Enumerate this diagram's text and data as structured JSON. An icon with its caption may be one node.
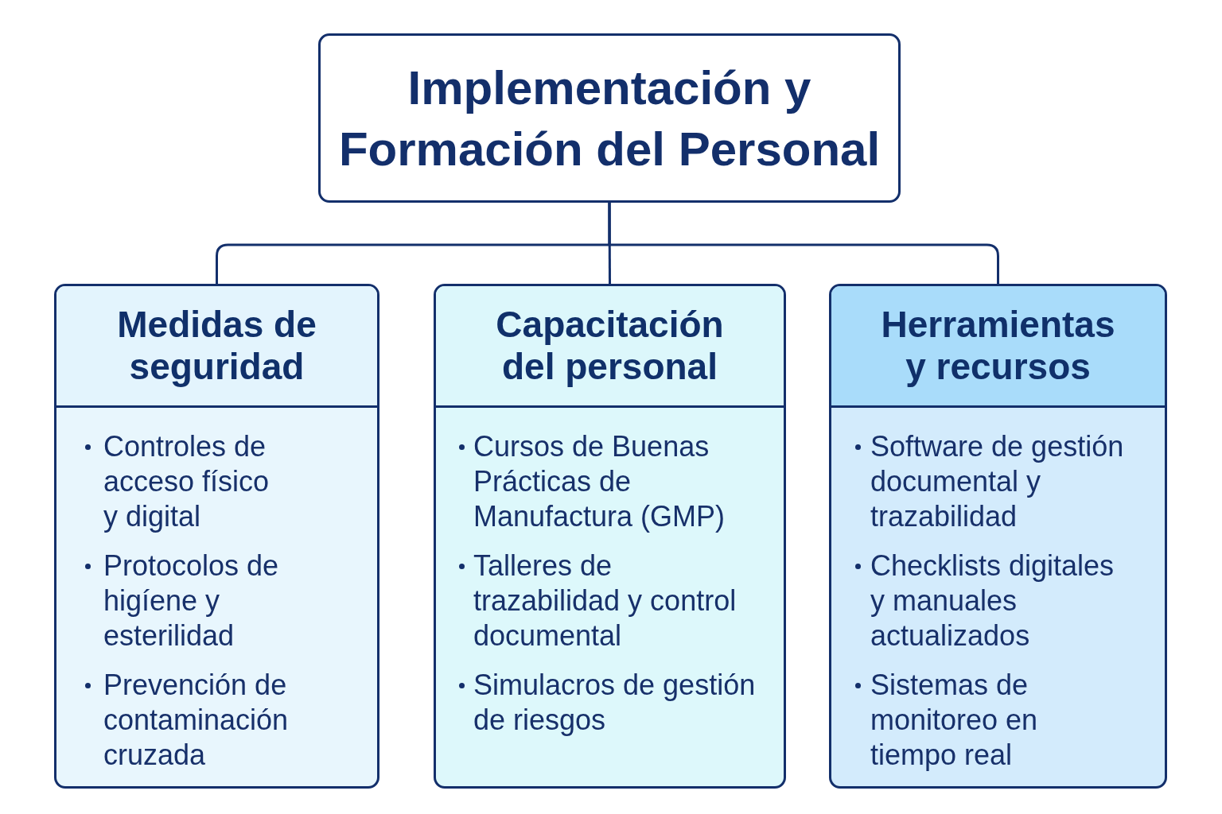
{
  "diagram": {
    "nodes": [
      {
        "text": [
          "Implementación y Formación del Personal"
        ]
      },
      {
        "text": [
          "Medidas de seguridad",
          "Controles de acceso físico y digital",
          "Protocolos de higíene y esterilidad",
          "Prevención de contaminación cruzada"
        ]
      },
      {
        "text": [
          "Capacitación del personal",
          "Cursos de Buenas Prácticas de Manufactura (GMP)",
          "Talleres de trazabilidad y control documental",
          "Simulacros de gestión de riesgos"
        ]
      },
      {
        "text": [
          "Herramientas y recursos",
          "Software de gestión documental y trazabilidad",
          "Checklists digitales y manuales actualizados",
          "Sistemas de monitoreo en tiempo real"
        ]
      }
    ],
    "edges": [
      {
        "from": 0,
        "to": 1,
        "arrow": "none"
      },
      {
        "from": 0,
        "to": 2,
        "arrow": "none"
      },
      {
        "from": 0,
        "to": 3,
        "arrow": "none"
      }
    ]
  }
}
